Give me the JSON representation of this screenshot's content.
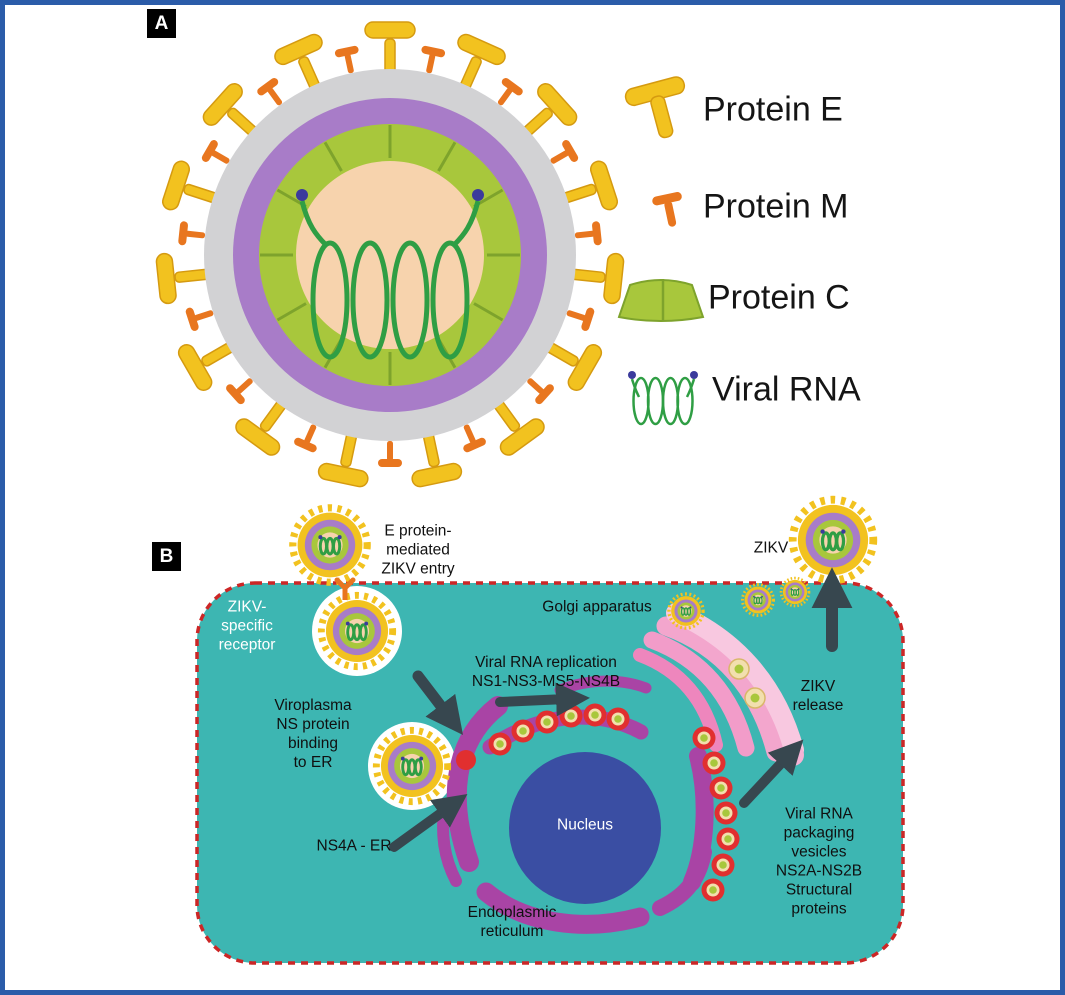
{
  "figure": {
    "panelA": {
      "badge": "A",
      "legend": [
        {
          "id": "protein-e",
          "label": "Protein E"
        },
        {
          "id": "protein-m",
          "label": "Protein M"
        },
        {
          "id": "protein-c",
          "label": "Protein C"
        },
        {
          "id": "viral-rna",
          "label": "Viral RNA"
        }
      ]
    },
    "panelB": {
      "badge": "B",
      "labels": {
        "entry": "E protein-\nmediated\nZIKV entry",
        "zikv": "ZIKV",
        "receptor": "ZIKV-\nspecific\nreceptor",
        "golgi": "Golgi apparatus",
        "replication": "Viral RNA replication\nNS1-NS3-MS5-NS4B",
        "viroplasma": "Viroplasma\nNS protein\nbinding\nto ER",
        "ns4a_er": "NS4A - ER",
        "nucleus": "Nucleus",
        "endoplasmic_reticulum": "Endoplasmic\nreticulum",
        "packaging": "Viral RNA\npackaging\nvesicles\nNS2A-NS2B\nStructural\nproteins",
        "release": "ZIKV\nrelease"
      }
    }
  },
  "colors": {
    "frame": "#2b5ca9",
    "proteinE": "#f2c21f",
    "proteinEdark": "#d59a10",
    "proteinM": "#e8761f",
    "proteinC": "#a8c73c",
    "proteinCdark": "#7ea32c",
    "membrane": "#d2d2d4",
    "envelope": "#a87cc8",
    "core": "#f7d3ad",
    "rna": "#2f9e44",
    "rnaDot": "#3b3b9c",
    "cell": "#3db6b2",
    "cellBorder": "#cc2626",
    "nucleus": "#3a4ea3",
    "er": "#a944a5",
    "golgi": "#f3a6cd",
    "vesicle": "#e12f2f",
    "arrow": "#37474f"
  }
}
